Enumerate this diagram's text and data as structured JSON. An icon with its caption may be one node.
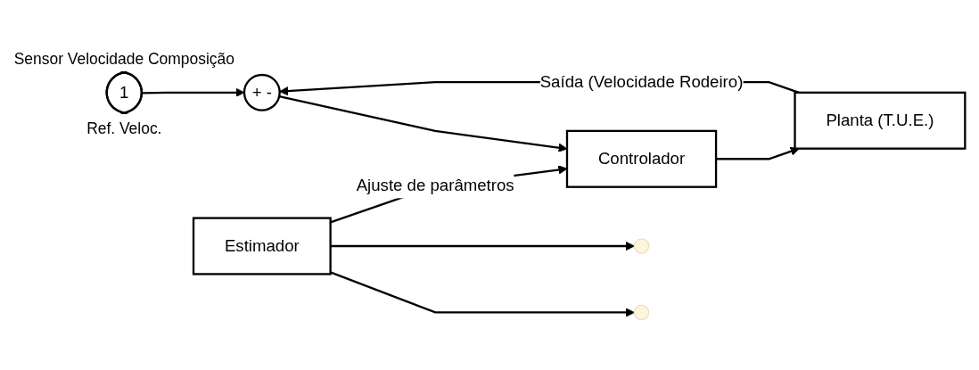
{
  "diagram": {
    "nodes": [
      {
        "text": [
          "1"
        ],
        "beside": [
          "Sensor Velocidade Composição",
          "Ref. Veloc."
        ]
      },
      {
        "text": [
          "+",
          "-"
        ]
      },
      {
        "text": [
          "Controlador"
        ]
      },
      {
        "text": [
          "Planta (T.U.E.)"
        ]
      },
      {
        "text": [
          "Estimador"
        ]
      }
    ],
    "edges": [
      {
        "from": 0,
        "to": 1,
        "arrow": "to"
      },
      {
        "from": 1,
        "to": 2,
        "arrow": "to"
      },
      {
        "from": 2,
        "to": 3,
        "arrow": "to"
      },
      {
        "from": 3,
        "to": 1,
        "arrow": "to",
        "label": "Saída (Velocidade Rodeiro)"
      },
      {
        "from": 4,
        "to": null,
        "arrow": "to"
      },
      {
        "from": 4,
        "to": null,
        "arrow": "to"
      },
      {
        "from": 4,
        "to": 2,
        "arrow": "to",
        "label": "Ajuste de parâmetros"
      }
    ]
  }
}
